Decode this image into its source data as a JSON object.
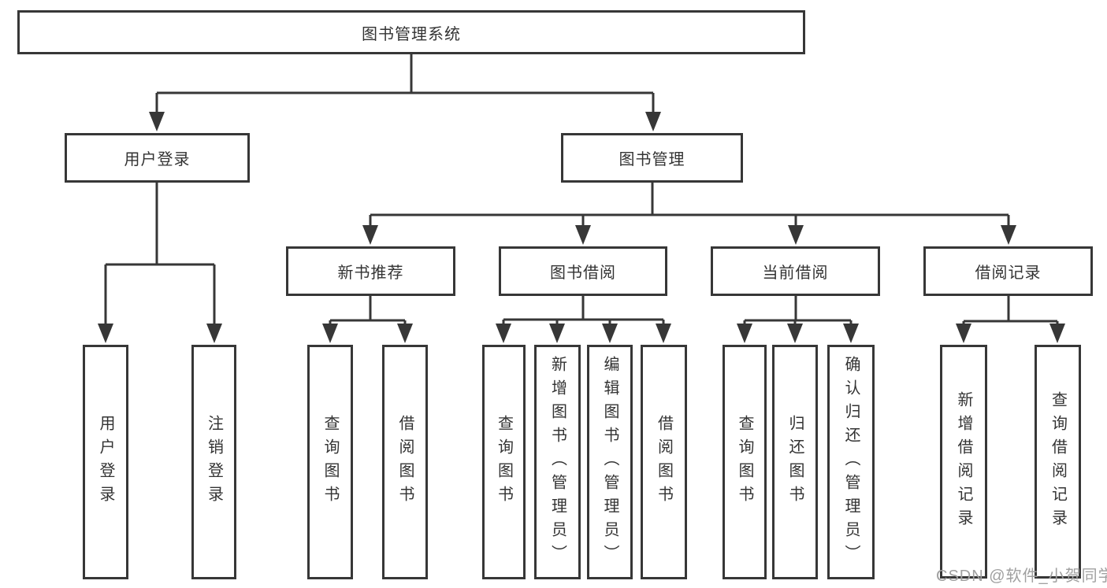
{
  "diagram_title": "图书管理系统",
  "tree": {
    "root": "图书管理系统",
    "children": [
      {
        "label": "用户登录",
        "children": [
          "用户登录",
          "注销登录"
        ]
      },
      {
        "label": "图书管理",
        "children": [
          {
            "label": "新书推荐",
            "children": [
              "查询图书",
              "借阅图书"
            ]
          },
          {
            "label": "图书借阅",
            "children": [
              "查询图书",
              "新增图书（管理员）",
              "编辑图书（管理员）",
              "借阅图书"
            ]
          },
          {
            "label": "当前借阅",
            "children": [
              "查询图书",
              "归还图书",
              "确认归还（管理员）"
            ]
          },
          {
            "label": "借阅记录",
            "children": [
              "新增借阅记录",
              "查询借阅记录"
            ]
          }
        ]
      }
    ]
  },
  "watermark": "CSDN @软件_小贺同学",
  "colors": {
    "line": "#373737",
    "text": "#333333",
    "watermark": "#a0a0a0",
    "background": "#ffffff"
  }
}
